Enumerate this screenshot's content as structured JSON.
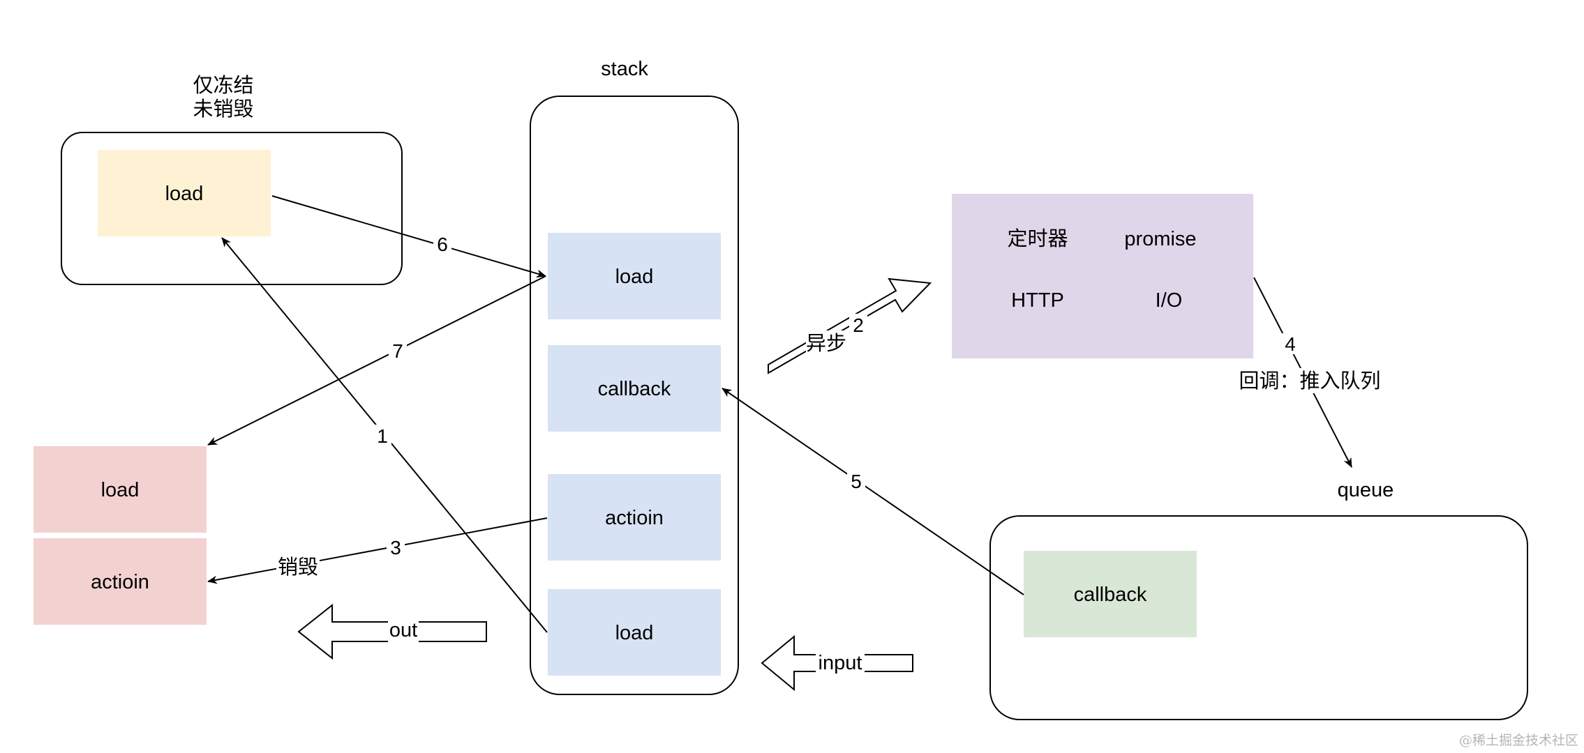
{
  "frozen_caption": [
    "仅冻结",
    "未销毁"
  ],
  "frozen_box": {
    "item": "load"
  },
  "stack": {
    "title": "stack",
    "items": [
      "load",
      "callback",
      "actioin",
      "load"
    ]
  },
  "destroyed_items": [
    "load",
    "actioin"
  ],
  "async_sources": [
    "定时器",
    "promise",
    "HTTP",
    "I/O"
  ],
  "queue": {
    "title": "queue",
    "items": [
      "callback"
    ]
  },
  "labels": {
    "edge_1": "1",
    "edge_2": "2",
    "edge_3": "3",
    "edge_4": "4",
    "edge_5": "5",
    "edge_6": "6",
    "edge_7": "7",
    "async": "异步",
    "destroy": "销毁",
    "callback_push": "回调：推入队列",
    "out": "out",
    "input": "input"
  },
  "watermark": "@稀土掘金技术社区",
  "colors": {
    "frozen_fill": "#fff2d4",
    "stack_item_fill": "#d7e2f4",
    "destroyed_fill": "#f3d1d1",
    "async_fill": "#e0d6ea",
    "queue_item_fill": "#d9e8d6"
  }
}
